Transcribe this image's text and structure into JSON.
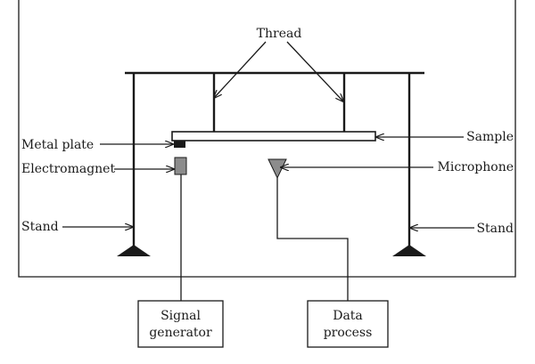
{
  "labels": {
    "thread": "Thread",
    "metal_plate": "Metal plate",
    "electromagnet": "Electromagnet",
    "stand_left": "Stand",
    "sample": "Sample",
    "microphone": "Microphone",
    "stand_right": "Stand",
    "signal_generator_line1": "Signal",
    "signal_generator_line2": "generator",
    "data_process_line1": "Data",
    "data_process_line2": "process"
  }
}
